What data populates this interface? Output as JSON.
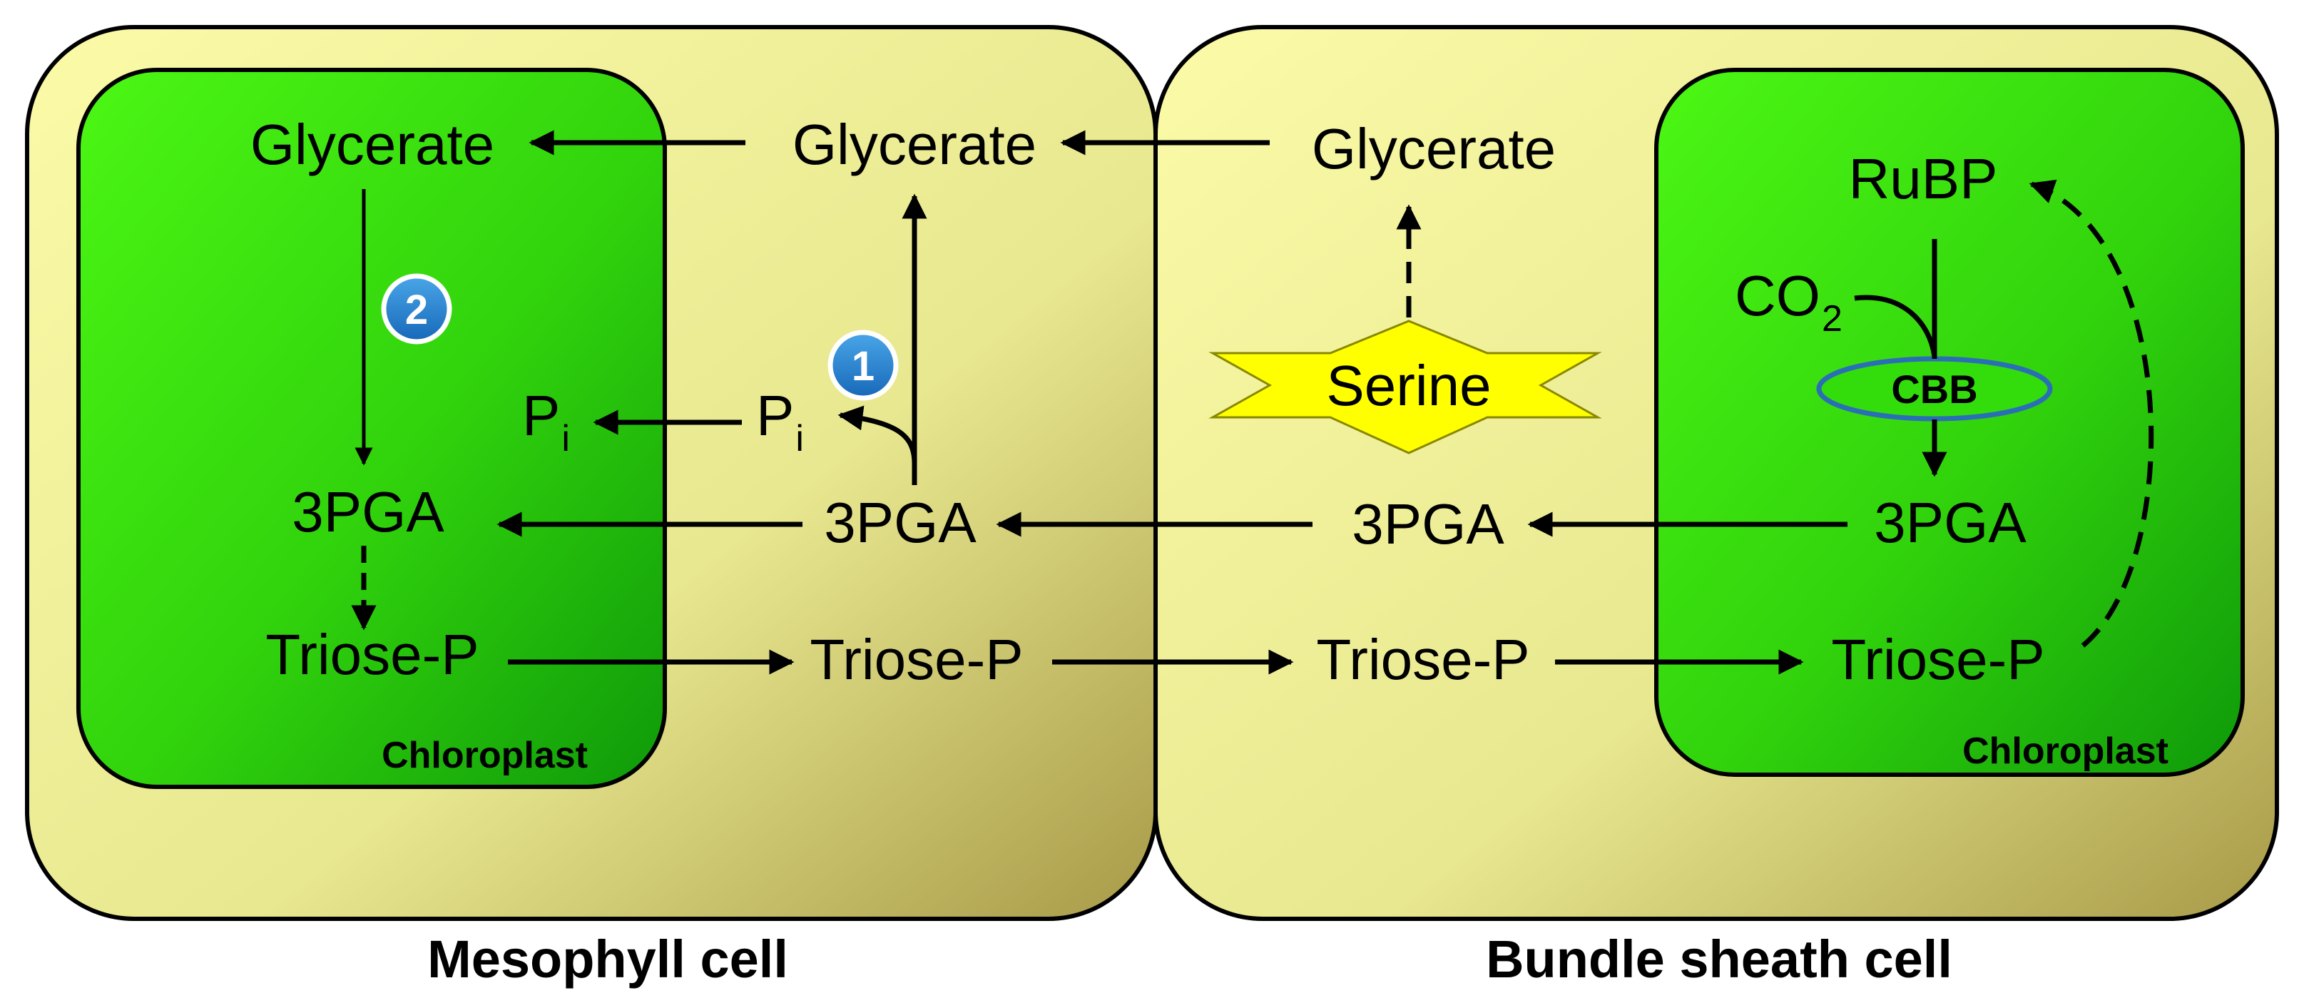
{
  "cells": {
    "mesophyll": {
      "caption": "Mesophyll cell",
      "chloroplast": {
        "label": "Chloroplast",
        "glycerate": "Glycerate",
        "pi": "P",
        "pi_sub": "i",
        "pga": "3PGA",
        "triose": "Triose-P"
      },
      "cytosol": {
        "glycerate": "Glycerate",
        "pi": "P",
        "pi_sub": "i",
        "pga": "3PGA",
        "triose": "Triose-P"
      }
    },
    "bundle_sheath": {
      "caption": "Bundle sheath cell",
      "cytosol": {
        "glycerate": "Glycerate",
        "serine": "Serine",
        "pga": "3PGA",
        "triose": "Triose-P"
      },
      "chloroplast": {
        "label": "Chloroplast",
        "rubp": "RuBP",
        "co2": "CO",
        "co2_sub": "2",
        "cbb": "CBB",
        "pga": "3PGA",
        "triose": "Triose-P"
      }
    }
  },
  "badges": {
    "one": "1",
    "two": "2"
  },
  "colors": {
    "cell_fill": "#ecec96",
    "chloroplast_fill": "#33dd0c",
    "serine_fill": "#ffff00",
    "cbb_fill": "#33dd0c",
    "cbb_stroke": "#2a6fb5",
    "badge_fill": "#1c7fd0",
    "arrow": "#000000"
  }
}
